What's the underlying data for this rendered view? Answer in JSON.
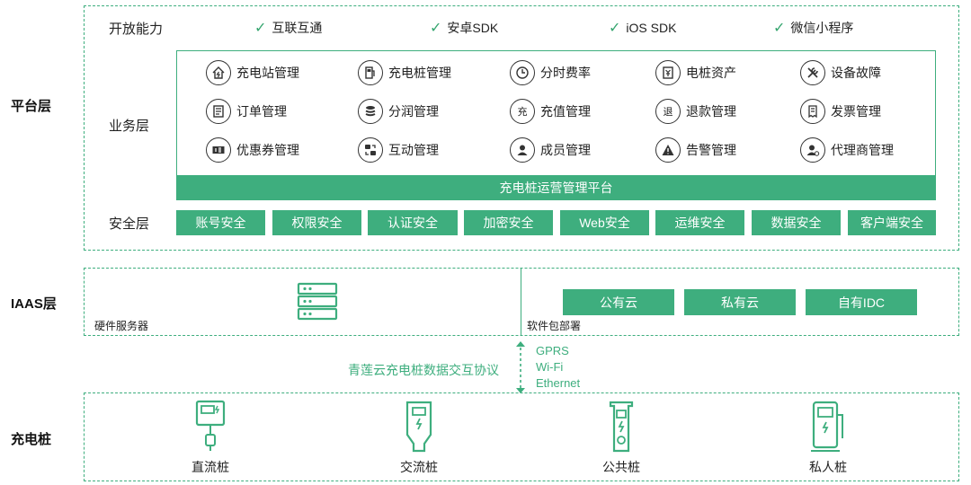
{
  "layers": {
    "platform": "平台层",
    "iaas": "IAAS层",
    "charger": "充电桩"
  },
  "open_capability": {
    "label": "开放能力",
    "items": [
      "互联互通",
      "安卓SDK",
      "iOS SDK",
      "微信小程序"
    ]
  },
  "business": {
    "label": "业务层",
    "items": [
      {
        "label": "充电站管理",
        "icon": "station-icon"
      },
      {
        "label": "充电桩管理",
        "icon": "charger-icon"
      },
      {
        "label": "分时费率",
        "icon": "clock-icon"
      },
      {
        "label": "电桩资产",
        "icon": "asset-icon"
      },
      {
        "label": "设备故障",
        "icon": "tools-icon"
      },
      {
        "label": "订单管理",
        "icon": "order-icon"
      },
      {
        "label": "分润管理",
        "icon": "database-icon"
      },
      {
        "label": "充值管理",
        "icon": "recharge-icon"
      },
      {
        "label": "退款管理",
        "icon": "refund-icon"
      },
      {
        "label": "发票管理",
        "icon": "invoice-icon"
      },
      {
        "label": "优惠券管理",
        "icon": "coupon-icon"
      },
      {
        "label": "互动管理",
        "icon": "interaction-icon"
      },
      {
        "label": "成员管理",
        "icon": "member-icon"
      },
      {
        "label": "告警管理",
        "icon": "alert-icon"
      },
      {
        "label": "代理商管理",
        "icon": "agent-icon"
      }
    ],
    "recharge_glyph": "充",
    "refund_glyph": "退",
    "platform_bar": "充电桩运营管理平台"
  },
  "security": {
    "label": "安全层",
    "items": [
      "账号安全",
      "权限安全",
      "认证安全",
      "加密安全",
      "Web安全",
      "运维安全",
      "数据安全",
      "客户端安全"
    ]
  },
  "iaas": {
    "hardware_label": "硬件服务器",
    "software_label": "软件包部署",
    "clouds": [
      "公有云",
      "私有云",
      "自有IDC"
    ]
  },
  "protocol": {
    "name": "青莲云充电桩数据交互协议",
    "links": [
      "GPRS",
      "Wi-Fi",
      "Ethernet"
    ]
  },
  "piles": [
    "直流桩",
    "交流桩",
    "公共桩",
    "私人桩"
  ],
  "colors": {
    "accent": "#3eae7e"
  }
}
